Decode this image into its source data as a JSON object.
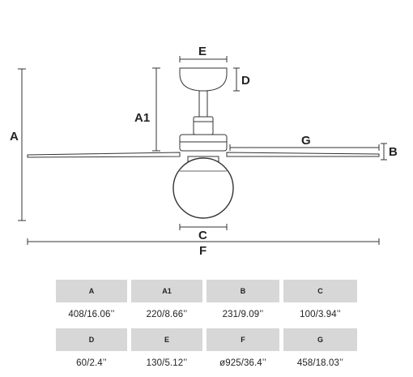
{
  "diagram": {
    "labels": {
      "A": "A",
      "A1": "A1",
      "B": "B",
      "C": "C",
      "D": "D",
      "E": "E",
      "F": "F",
      "G": "G"
    }
  },
  "table": {
    "rows": [
      {
        "headers": [
          "A",
          "A1",
          "B",
          "C"
        ],
        "values": [
          "408/16.06’’",
          "220/8.66’’",
          "231/9.09’’",
          "100/3.94’’"
        ]
      },
      {
        "headers": [
          "D",
          "E",
          "F",
          "G"
        ],
        "values": [
          "60/2.4’’",
          "130/5.12’’",
          "ø925/36.4’’",
          "458/18.03’’"
        ]
      }
    ]
  }
}
